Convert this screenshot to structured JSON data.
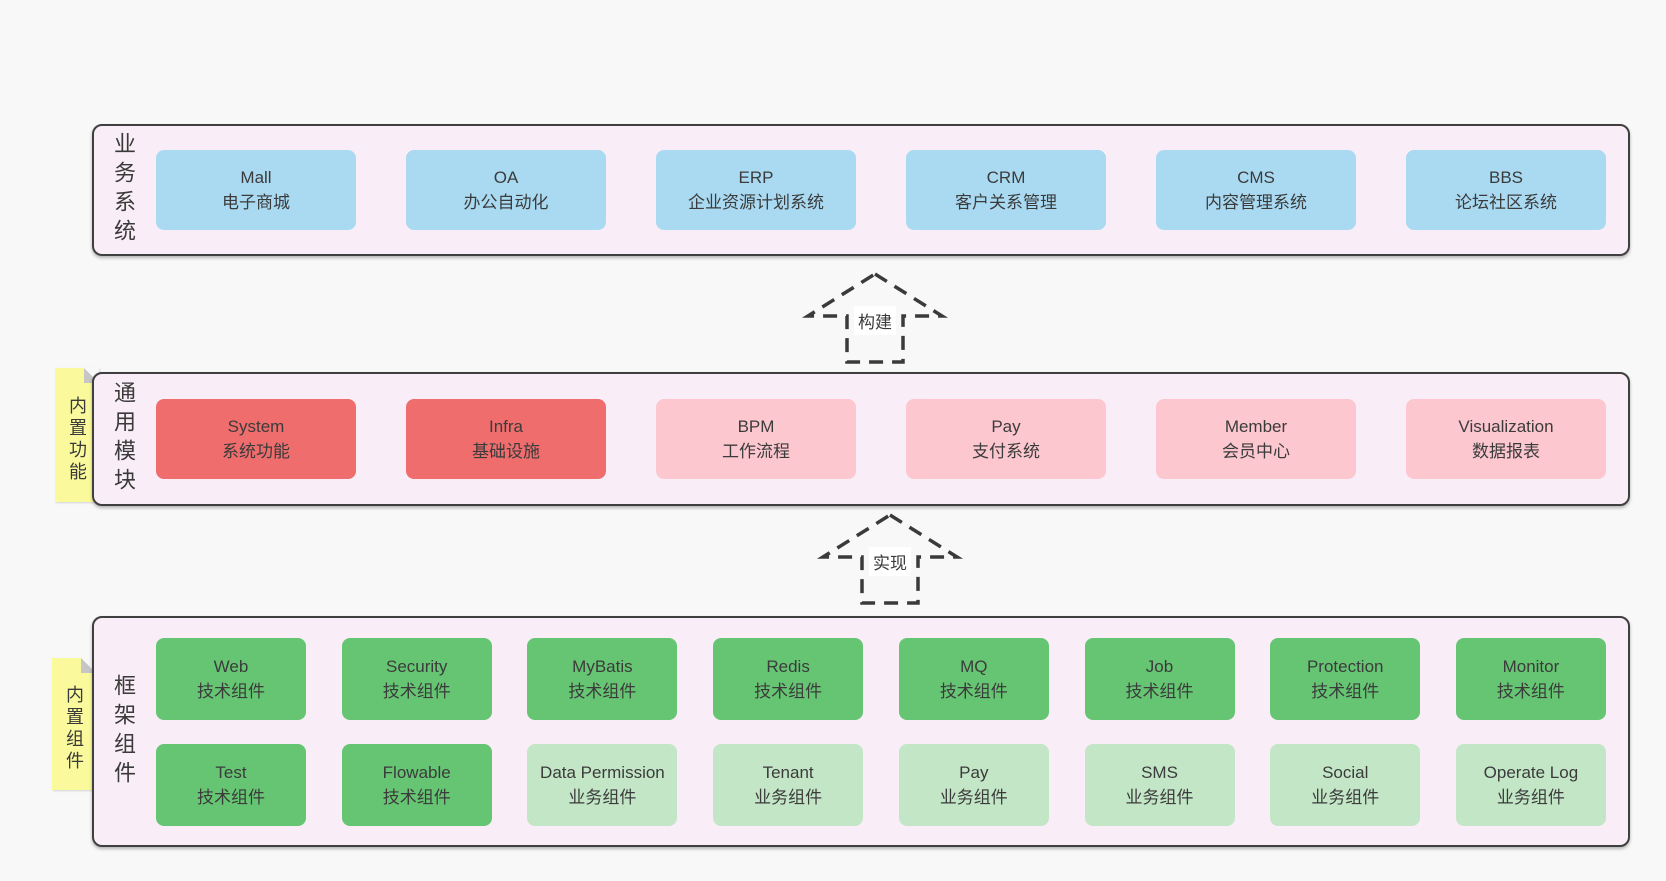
{
  "colors": {
    "page_bg": "#f8f8f8",
    "panel_bg": "#f9eef7",
    "panel_border": "#3f3f3f",
    "blue": "#a9daf2",
    "red": "#ef6d6d",
    "pink": "#fcc7cf",
    "green": "#66c573",
    "lightgreen": "#c3e6c6",
    "sticky": "#fafa9d",
    "sticky_fold": "#c6c6c6",
    "text": "#3b3b3b"
  },
  "layers": [
    {
      "label": "业务系统",
      "sticky": null,
      "rows": [
        [
          {
            "title": "Mall",
            "subtitle": "电子商城",
            "variant": "blue"
          },
          {
            "title": "OA",
            "subtitle": "办公自动化",
            "variant": "blue"
          },
          {
            "title": "ERP",
            "subtitle": "企业资源计划系统",
            "variant": "blue"
          },
          {
            "title": "CRM",
            "subtitle": "客户关系管理",
            "variant": "blue"
          },
          {
            "title": "CMS",
            "subtitle": "内容管理系统",
            "variant": "blue"
          },
          {
            "title": "BBS",
            "subtitle": "论坛社区系统",
            "variant": "blue"
          }
        ]
      ]
    },
    {
      "label": "通用模块",
      "sticky": "内置功能",
      "rows": [
        [
          {
            "title": "System",
            "subtitle": "系统功能",
            "variant": "red"
          },
          {
            "title": "Infra",
            "subtitle": "基础设施",
            "variant": "red"
          },
          {
            "title": "BPM",
            "subtitle": "工作流程",
            "variant": "pink"
          },
          {
            "title": "Pay",
            "subtitle": "支付系统",
            "variant": "pink"
          },
          {
            "title": "Member",
            "subtitle": "会员中心",
            "variant": "pink"
          },
          {
            "title": "Visualization",
            "subtitle": "数据报表",
            "variant": "pink"
          }
        ]
      ]
    },
    {
      "label": "框架组件",
      "sticky": "内置组件",
      "rows": [
        [
          {
            "title": "Web",
            "subtitle": "技术组件",
            "variant": "green"
          },
          {
            "title": "Security",
            "subtitle": "技术组件",
            "variant": "green"
          },
          {
            "title": "MyBatis",
            "subtitle": "技术组件",
            "variant": "green"
          },
          {
            "title": "Redis",
            "subtitle": "技术组件",
            "variant": "green"
          },
          {
            "title": "MQ",
            "subtitle": "技术组件",
            "variant": "green"
          },
          {
            "title": "Job",
            "subtitle": "技术组件",
            "variant": "green"
          },
          {
            "title": "Protection",
            "subtitle": "技术组件",
            "variant": "green"
          },
          {
            "title": "Monitor",
            "subtitle": "技术组件",
            "variant": "green"
          }
        ],
        [
          {
            "title": "Test",
            "subtitle": "技术组件",
            "variant": "green"
          },
          {
            "title": "Flowable",
            "subtitle": "技术组件",
            "variant": "green"
          },
          {
            "title": "Data Permission",
            "subtitle": "业务组件",
            "variant": "lightgreen"
          },
          {
            "title": "Tenant",
            "subtitle": "业务组件",
            "variant": "lightgreen"
          },
          {
            "title": "Pay",
            "subtitle": "业务组件",
            "variant": "lightgreen"
          },
          {
            "title": "SMS",
            "subtitle": "业务组件",
            "variant": "lightgreen"
          },
          {
            "title": "Social",
            "subtitle": "业务组件",
            "variant": "lightgreen"
          },
          {
            "title": "Operate Log",
            "subtitle": "业务组件",
            "variant": "lightgreen"
          }
        ]
      ]
    }
  ],
  "arrows": [
    {
      "label": "构建"
    },
    {
      "label": "实现"
    }
  ]
}
